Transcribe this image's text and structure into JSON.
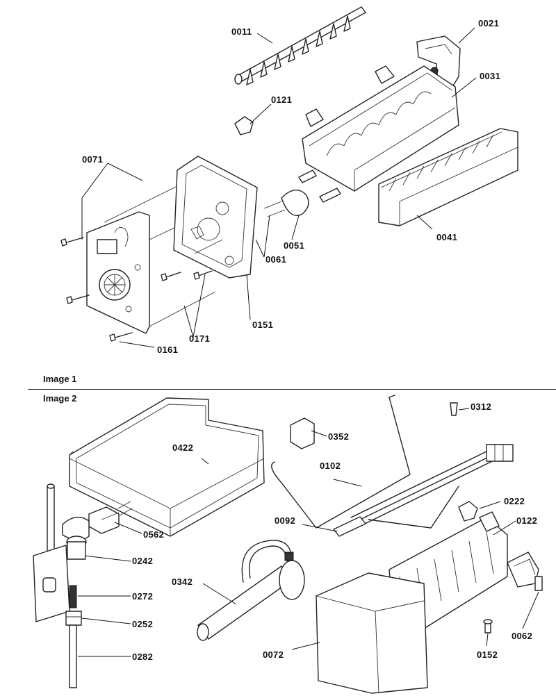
{
  "sections": {
    "image1": "Image 1",
    "image2": "Image 2"
  },
  "parts": {
    "p0011": "0011",
    "p0021": "0021",
    "p0031": "0031",
    "p0121": "0121",
    "p0071": "0071",
    "p0051": "0051",
    "p0061": "0061",
    "p0041": "0041",
    "p0151": "0151",
    "p0171": "0171",
    "p0161": "0161",
    "p0312": "0312",
    "p0352": "0352",
    "p0422": "0422",
    "p0102": "0102",
    "p0222": "0222",
    "p0122": "0122",
    "p0092": "0092",
    "p0562": "0562",
    "p0242": "0242",
    "p0342": "0342",
    "p0272": "0272",
    "p0252": "0252",
    "p0282": "0282",
    "p0072": "0072",
    "p0152": "0152",
    "p0062": "0062"
  }
}
